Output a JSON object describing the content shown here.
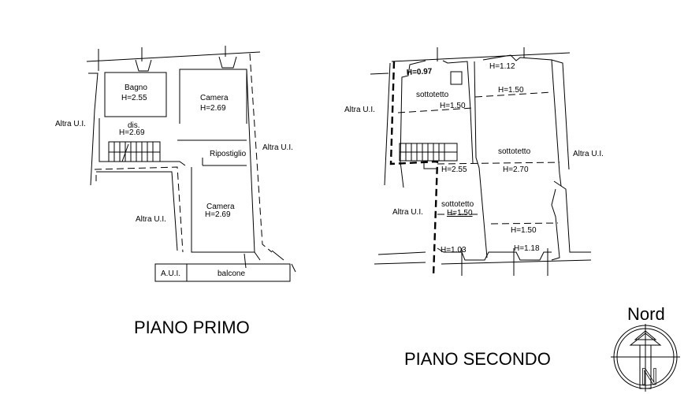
{
  "piano_primo": {
    "title": "PIANO PRIMO",
    "rooms": {
      "bagno": {
        "name": "Bagno",
        "height": "H=2.55"
      },
      "camera_top": {
        "name": "Camera",
        "height": "H=2.69"
      },
      "dis": {
        "name": "dis.",
        "height": "H=2.69"
      },
      "ripostiglio": {
        "name": "Ripostiglio"
      },
      "camera_bottom": {
        "name": "Camera",
        "height": "H=2.69"
      },
      "balcone": {
        "name": "balcone"
      },
      "aui": {
        "name": "A.U.I."
      }
    },
    "altra_left": "Altra U.I.",
    "altra_right": "Altra U.I.",
    "altra_bottom": "Altra U.I."
  },
  "piano_secondo": {
    "title": "PIANO SECONDO",
    "labels": {
      "h097": "H=0.97",
      "sottotetto_a": "sottotetto",
      "h150_a": "H=1.50",
      "h112": "H=1.12",
      "h150_b": "H=1.50",
      "sottotetto_b": "sottotetto",
      "h255": "H=2.55",
      "h270": "H=2.70",
      "sottotetto_c": "sottotetto",
      "h150_c": "H=1.50",
      "h150_d": "H=1.50",
      "h103": "H=1.03",
      "h118": "H=1.18"
    },
    "altra_left": "Altra U.I.",
    "altra_right": "Altra U.I.",
    "altra_bottom": "Altra U.I."
  },
  "compass": {
    "label": "Nord",
    "letter": "N"
  }
}
